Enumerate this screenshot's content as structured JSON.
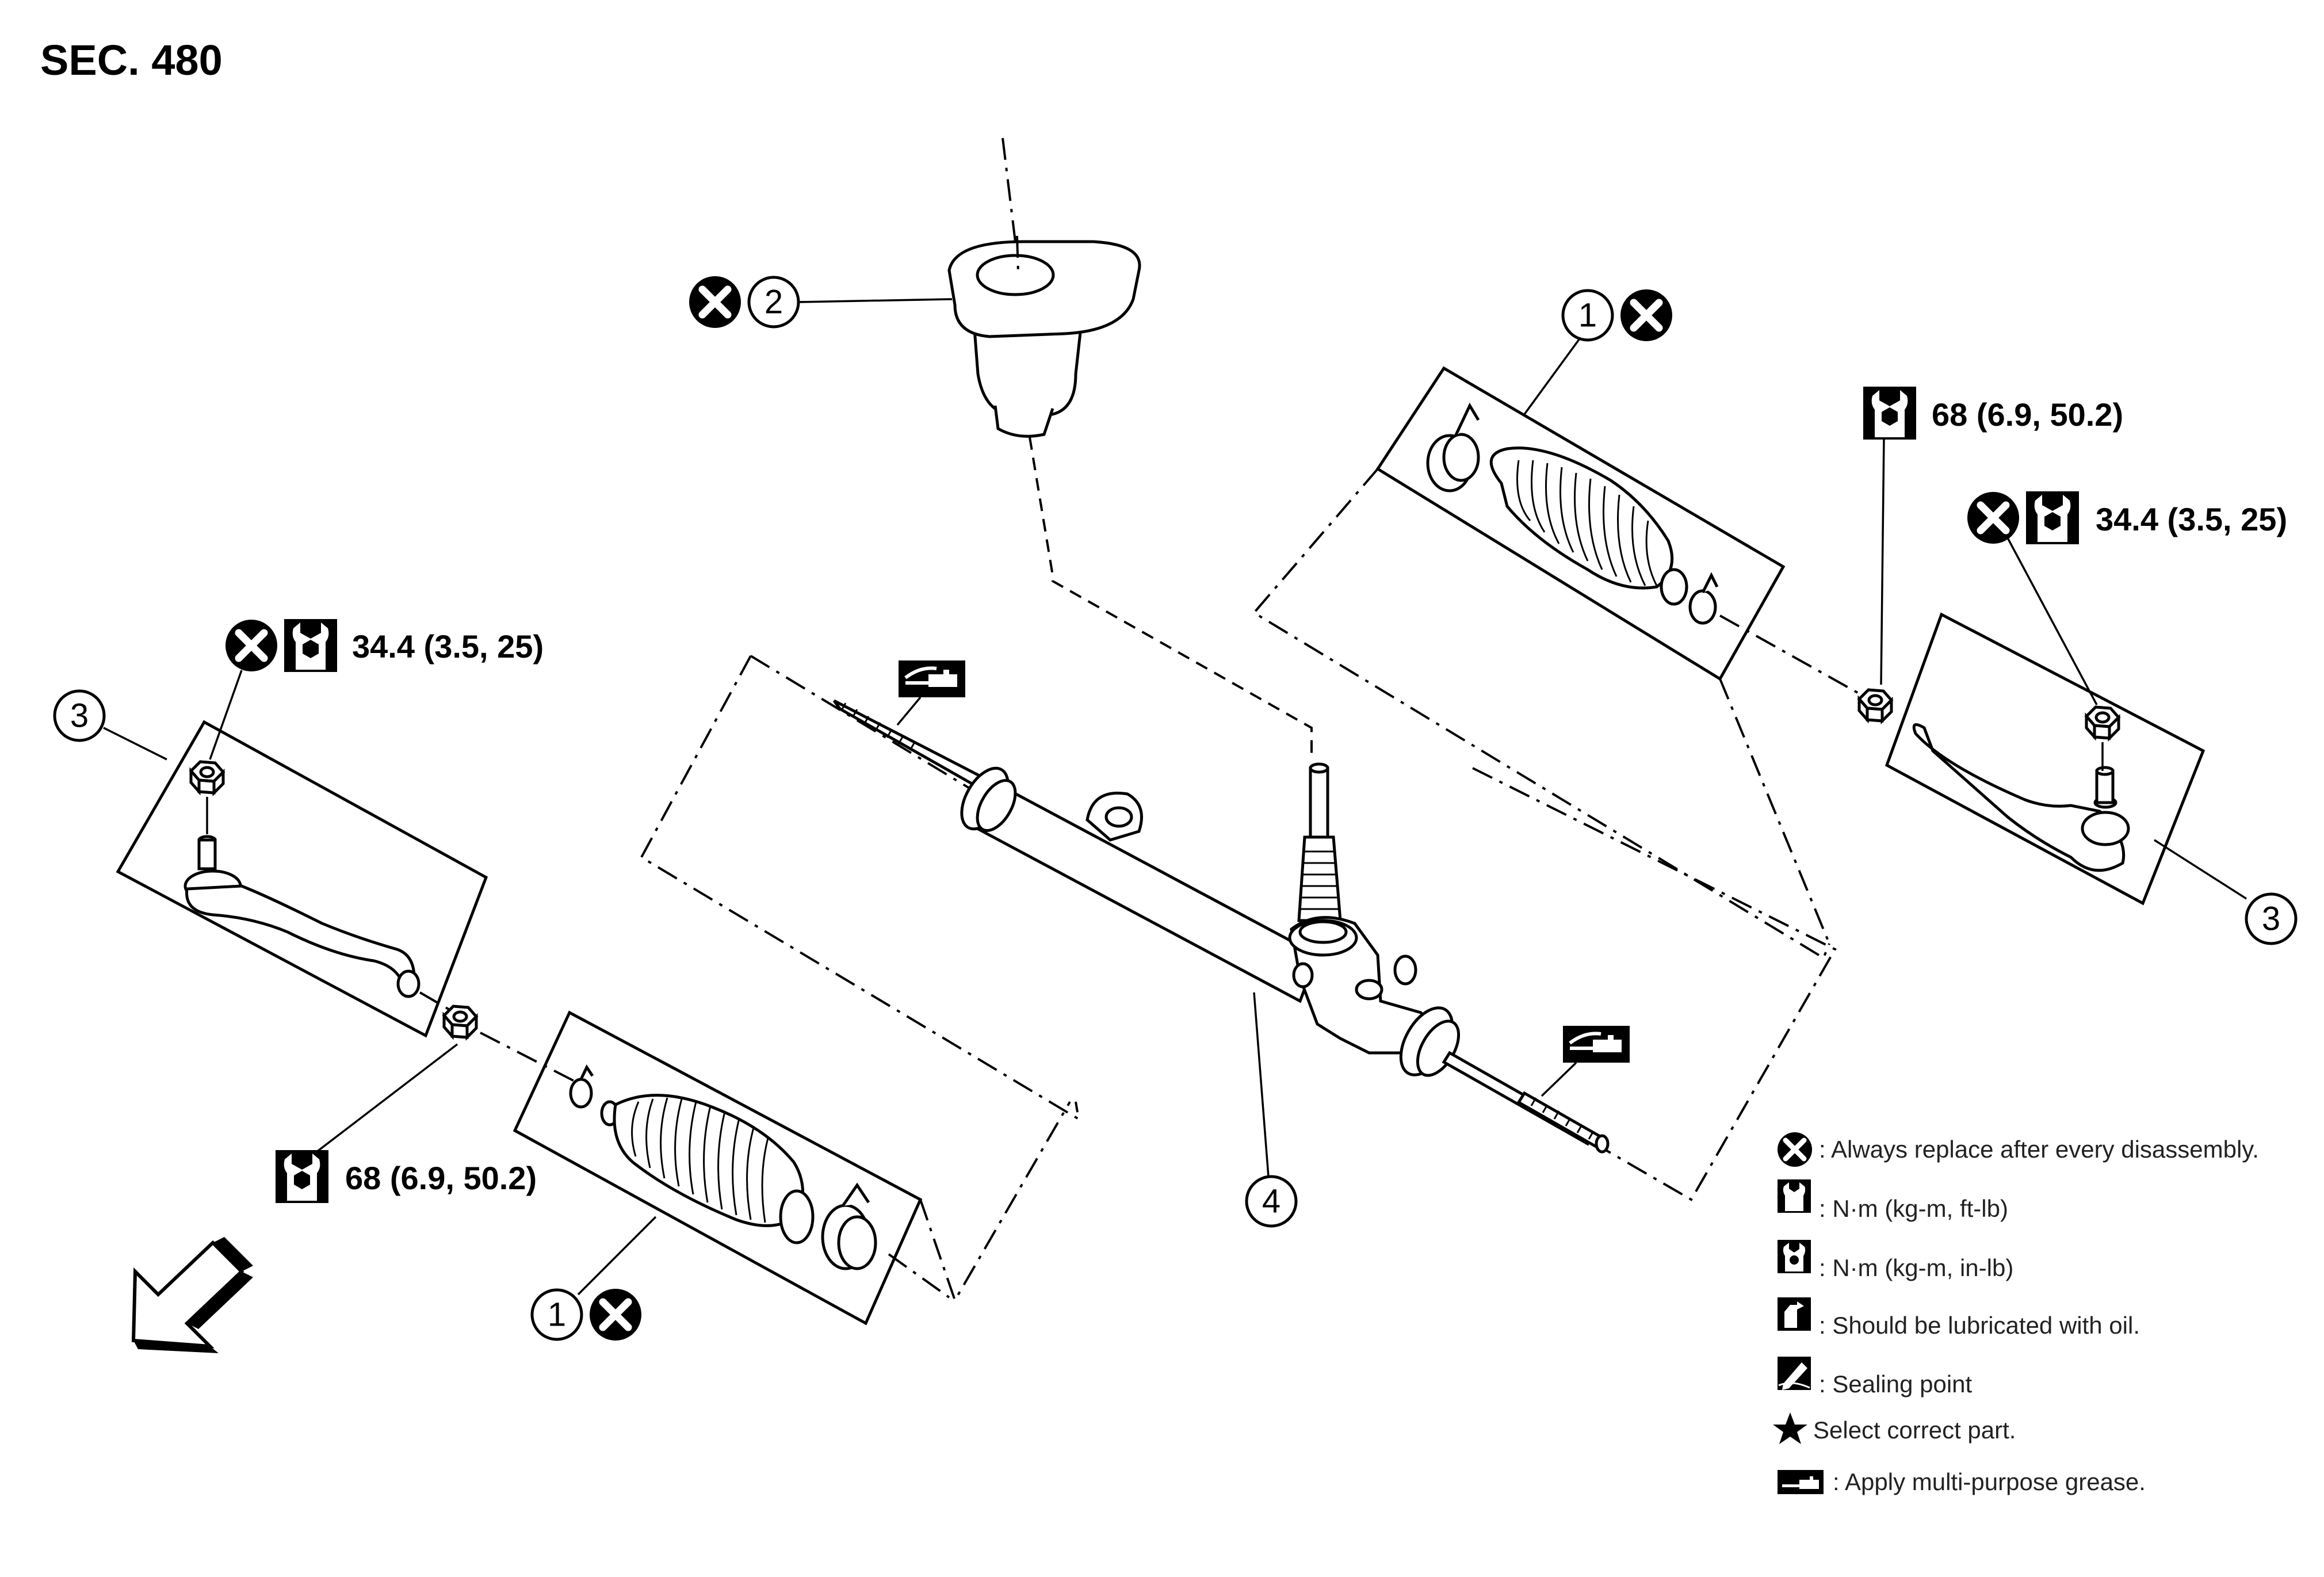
{
  "section_label": "SEC. 480",
  "callouts": {
    "boot_left": "1",
    "boot_right": "1",
    "grommet": "2",
    "tie_rod_end_left": "3",
    "tie_rod_end_right": "3",
    "gear_assembly": "4"
  },
  "torque_specs": {
    "left_ball_joint_nut": "34.4 (3.5, 25)",
    "right_ball_joint_nut": "34.4 (3.5, 25)",
    "left_lock_nut": "68 (6.9, 50.2)",
    "right_lock_nut": "68 (6.9, 50.2)"
  },
  "legend": {
    "items": [
      {
        "icon": "replace-icon",
        "text": ": Always replace after every disassembly."
      },
      {
        "icon": "torque-wrench-icon",
        "text": ": N·m (kg-m, ft-lb)"
      },
      {
        "icon": "torque-wrench-inlb-icon",
        "text": ": N·m (kg-m, in-lb)"
      },
      {
        "icon": "oil-can-icon",
        "text": ": Should be lubricated with oil."
      },
      {
        "icon": "sealing-icon",
        "text": ": Sealing point"
      },
      {
        "icon": "star-icon",
        "text": "Select correct part."
      },
      {
        "icon": "grease-gun-icon",
        "text": ": Apply multi-purpose grease."
      }
    ]
  },
  "colors": {
    "ink": "#000000",
    "legend_text": "#222222",
    "background": "#ffffff"
  }
}
